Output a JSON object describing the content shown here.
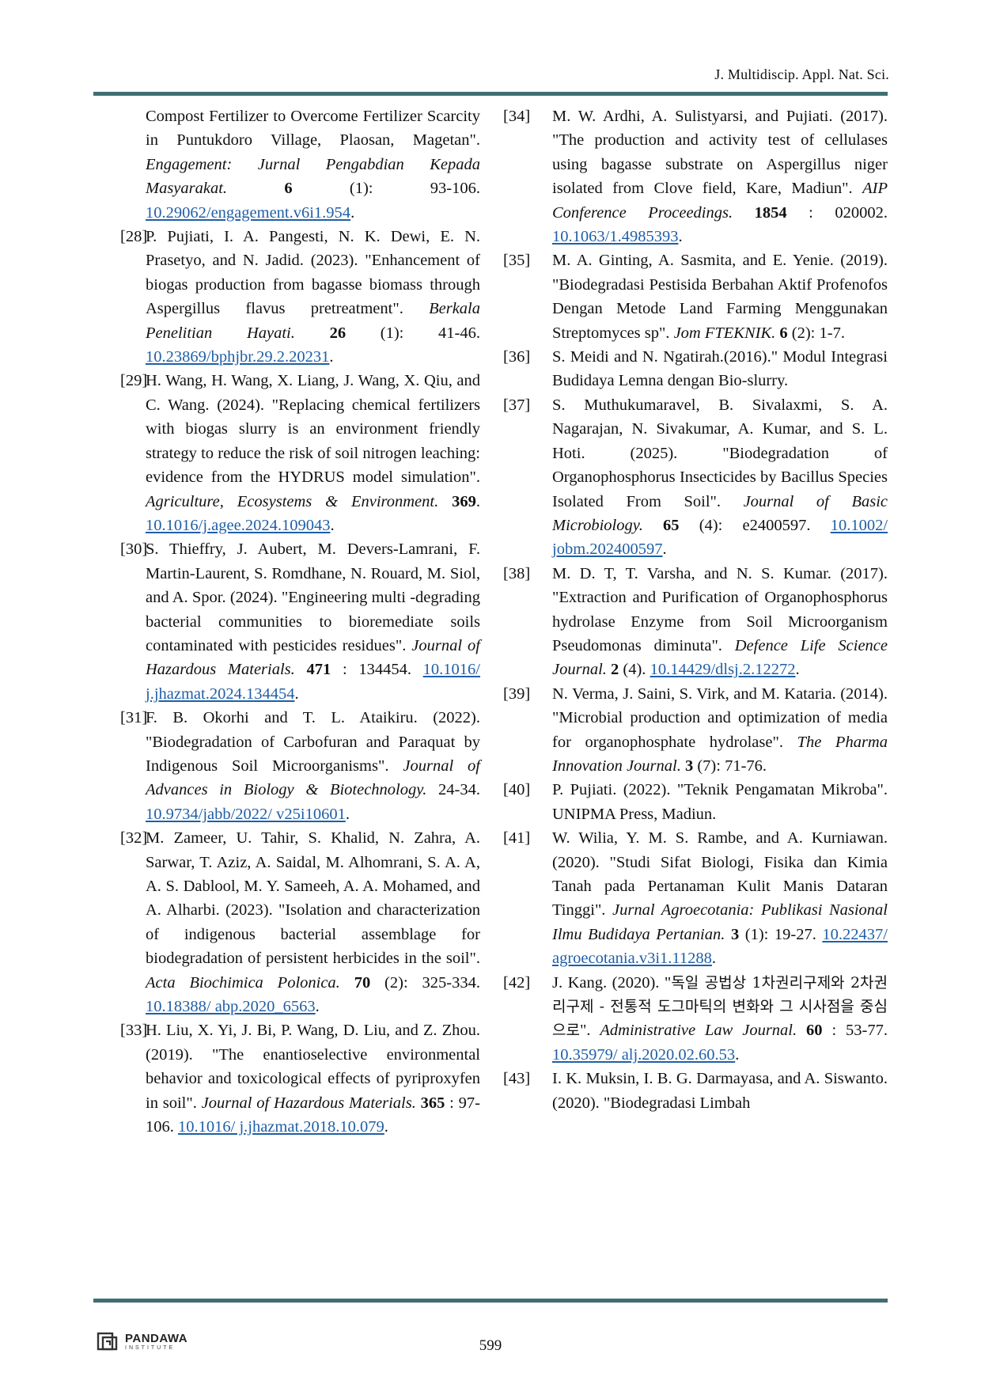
{
  "header": {
    "journal": "J. Multidiscip. Appl. Nat. Sci."
  },
  "left_column": [
    {
      "number": "",
      "segments": [
        {
          "t": "Compost Fertilizer to Overcome Fertilizer Scarcity in Puntukdoro Village, Plaosan, Magetan\". "
        },
        {
          "t": "Engagement: Jurnal Pengabdian Kepada Masyarakat.",
          "s": "i"
        },
        {
          "t": " "
        },
        {
          "t": "6",
          "s": "b"
        },
        {
          "t": " (1): 93-106. "
        },
        {
          "t": "10.29062/engagement.v6i1.954",
          "s": "l"
        },
        {
          "t": "."
        }
      ]
    },
    {
      "number": "[28]",
      "segments": [
        {
          "t": "P. Pujiati, I. A. Pangesti, N. K. Dewi, E. N. Prasetyo, and N. Jadid. (2023). \"Enhancement of biogas production from bagasse biomass through Aspergillus flavus pretreatment\". "
        },
        {
          "t": "Berkala Penelitian Hayati.",
          "s": "i"
        },
        {
          "t": " "
        },
        {
          "t": "26",
          "s": "b"
        },
        {
          "t": " (1): 41-46. "
        },
        {
          "t": "10.23869/bphjbr.29.2.20231",
          "s": "l"
        },
        {
          "t": "."
        }
      ]
    },
    {
      "number": "[29]",
      "segments": [
        {
          "t": "H. Wang, H. Wang, X. Liang, J. Wang, X. Qiu, and C. Wang. (2024). \"Replacing chemical fertilizers with biogas slurry is an environment friendly strategy to reduce the risk of soil nitrogen leaching: evidence from the HYDRUS model simulation\". "
        },
        {
          "t": "Agriculture, Ecosystems & Environment.",
          "s": "i"
        },
        {
          "t": " "
        },
        {
          "t": "369",
          "s": "b"
        },
        {
          "t": ". "
        },
        {
          "t": "10.1016/j.agee.2024.109043",
          "s": "l"
        },
        {
          "t": "."
        }
      ]
    },
    {
      "number": "[30]",
      "segments": [
        {
          "t": "S. Thieffry, J. Aubert, M. Devers-Lamrani, F. Martin-Laurent, S. Romdhane, N. Rouard, M. Siol, and A. Spor. (2024). \"Engineering multi -degrading bacterial communities to bioremediate soils contaminated with pesticides residues\". "
        },
        {
          "t": "Journal of Hazardous Materials.",
          "s": "i"
        },
        {
          "t": " "
        },
        {
          "t": "471",
          "s": "b"
        },
        {
          "t": " : 134454. "
        },
        {
          "t": "10.1016/ j.jhazmat.2024.134454",
          "s": "l"
        },
        {
          "t": "."
        }
      ]
    },
    {
      "number": "[31]",
      "segments": [
        {
          "t": "F. B. Okorhi and T. L. Ataikiru. (2022). \"Biodegradation of Carbofuran and Paraquat by Indigenous Soil Microorganisms\". "
        },
        {
          "t": "Journal of Advances in Biology & Biotechnology.",
          "s": "i"
        },
        {
          "t": " 24-34. "
        },
        {
          "t": "10.9734/jabb/2022/ v25i10601",
          "s": "l"
        },
        {
          "t": "."
        }
      ]
    },
    {
      "number": "[32]",
      "segments": [
        {
          "t": "M. Zameer, U. Tahir, S. Khalid, N. Zahra, A. Sarwar, T. Aziz, A. Saidal, M. Alhomrani, S. A. A, A. S. Dablool, M. Y. Sameeh, A. A. Mohamed, and A. Alharbi. (2023). \"Isolation and characterization of indigenous bacterial assemblage for biodegradation of persistent herbicides in the soil\". "
        },
        {
          "t": "Acta Biochimica Polonica.",
          "s": "i"
        },
        {
          "t": " "
        },
        {
          "t": "70",
          "s": "b"
        },
        {
          "t": " (2): 325-334. "
        },
        {
          "t": "10.18388/ abp.2020_6563",
          "s": "l"
        },
        {
          "t": "."
        }
      ]
    },
    {
      "number": "[33]",
      "segments": [
        {
          "t": "H. Liu, X. Yi, J. Bi, P. Wang, D. Liu, and Z. Zhou. (2019). \"The enantioselective environmental behavior and toxicological effects of pyriproxyfen in soil\". "
        },
        {
          "t": "Journal of Hazardous Materials.",
          "s": "i"
        },
        {
          "t": " "
        },
        {
          "t": "365",
          "s": "b"
        },
        {
          "t": " : 97-106. "
        },
        {
          "t": "10.1016/ j.jhazmat.2018.10.079",
          "s": "l"
        },
        {
          "t": "."
        }
      ]
    }
  ],
  "right_column": [
    {
      "number": "[34]",
      "segments": [
        {
          "t": "M. W. Ardhi, A. Sulistyarsi, and Pujiati. (2017). \"The production and activity test of cellulases using bagasse substrate on Aspergillus niger isolated from Clove field, Kare, Madiun\". "
        },
        {
          "t": "AIP Conference Proceedings.",
          "s": "i"
        },
        {
          "t": " "
        },
        {
          "t": "1854",
          "s": "b"
        },
        {
          "t": " : 020002. "
        },
        {
          "t": "10.1063/1.4985393",
          "s": "l"
        },
        {
          "t": "."
        }
      ]
    },
    {
      "number": "[35]",
      "segments": [
        {
          "t": "M. A. Ginting, A. Sasmita, and E. Yenie. (2019). \"Biodegradasi Pestisida Berbahan Aktif Profenofos Dengan Metode Land Farming Menggunakan Streptomyces sp\". "
        },
        {
          "t": "Jom FTEKNIK.",
          "s": "i"
        },
        {
          "t": " "
        },
        {
          "t": "6",
          "s": "b"
        },
        {
          "t": " (2): 1-7."
        }
      ]
    },
    {
      "number": "[36]",
      "segments": [
        {
          "t": "S. Meidi and N. Ngatirah.(2016).\" Modul Integrasi Budidaya Lemna dengan Bio-slurry."
        }
      ]
    },
    {
      "number": "[37]",
      "segments": [
        {
          "t": "S. Muthukumaravel, B. Sivalaxmi, S. A. Nagarajan, N. Sivakumar, A. Kumar, and S. L. Hoti. (2025). \"Biodegradation of Organophosphorus Insecticides by Bacillus Species Isolated From Soil\". "
        },
        {
          "t": "Journal of Basic Microbiology.",
          "s": "i"
        },
        {
          "t": " "
        },
        {
          "t": "65",
          "s": "b"
        },
        {
          "t": " (4): e2400597. "
        },
        {
          "t": "10.1002/ jobm.202400597",
          "s": "l"
        },
        {
          "t": "."
        }
      ]
    },
    {
      "number": "[38]",
      "segments": [
        {
          "t": "M. D. T, T. Varsha, and N. S. Kumar. (2017). \"Extraction and Purification of Organophosphorus hydrolase Enzyme from Soil Microorganism Pseudomonas diminuta\". "
        },
        {
          "t": "Defence Life Science Journal.",
          "s": "i"
        },
        {
          "t": " "
        },
        {
          "t": "2",
          "s": "b"
        },
        {
          "t": " (4). "
        },
        {
          "t": "10.14429/dlsj.2.12272",
          "s": "l"
        },
        {
          "t": "."
        }
      ]
    },
    {
      "number": "[39]",
      "segments": [
        {
          "t": "N. Verma, J. Saini, S. Virk, and M. Kataria. (2014). \"Microbial production and optimization of media for organophosphate hydrolase\". "
        },
        {
          "t": "The Pharma Innovation Journal.",
          "s": "i"
        },
        {
          "t": " "
        },
        {
          "t": "3",
          "s": "b"
        },
        {
          "t": " (7): 71-76."
        }
      ]
    },
    {
      "number": "[40]",
      "segments": [
        {
          "t": "P. Pujiati. (2022). \"Teknik Pengamatan Mikroba\". UNIPMA Press, Madiun."
        }
      ]
    },
    {
      "number": "[41]",
      "segments": [
        {
          "t": "W. Wilia, Y. M. S. Rambe, and A. Kurniawan. (2020). \"Studi Sifat Biologi, Fisika dan Kimia Tanah pada Pertanaman Kulit Manis Dataran Tinggi\". "
        },
        {
          "t": "Jurnal Agroecotania: Publikasi Nasional Ilmu Budidaya Pertanian.",
          "s": "i"
        },
        {
          "t": " "
        },
        {
          "t": "3",
          "s": "b"
        },
        {
          "t": " (1): 19-27. "
        },
        {
          "t": "10.22437/ agroecotania.v3i1.11288",
          "s": "l"
        },
        {
          "t": "."
        }
      ]
    },
    {
      "number": "[42]",
      "segments": [
        {
          "t": "J. Kang. (2020). \""
        },
        {
          "t": "독일 공법상 1차권리구제와 2차권리구제 - 전통적 도그마틱의 변화와 그 시사점을 중심으로",
          "s": "k"
        },
        {
          "t": "\". "
        },
        {
          "t": "Administrative Law Journal.",
          "s": "i"
        },
        {
          "t": " "
        },
        {
          "t": "60",
          "s": "b"
        },
        {
          "t": " : 53-77. "
        },
        {
          "t": "10.35979/ alj.2020.02.60.53",
          "s": "l"
        },
        {
          "t": "."
        }
      ]
    },
    {
      "number": "[43]",
      "segments": [
        {
          "t": "I. K. Muksin, I. B. G. Darmayasa, and A. Siswanto. (2020). \"Biodegradasi Limbah"
        }
      ]
    }
  ],
  "footer": {
    "logo_name": "PANDAWA",
    "logo_sub": "INSTITUTE",
    "page_number": "599"
  },
  "colors": {
    "rule": "#3f6f73",
    "link": "#1f5fa8"
  }
}
